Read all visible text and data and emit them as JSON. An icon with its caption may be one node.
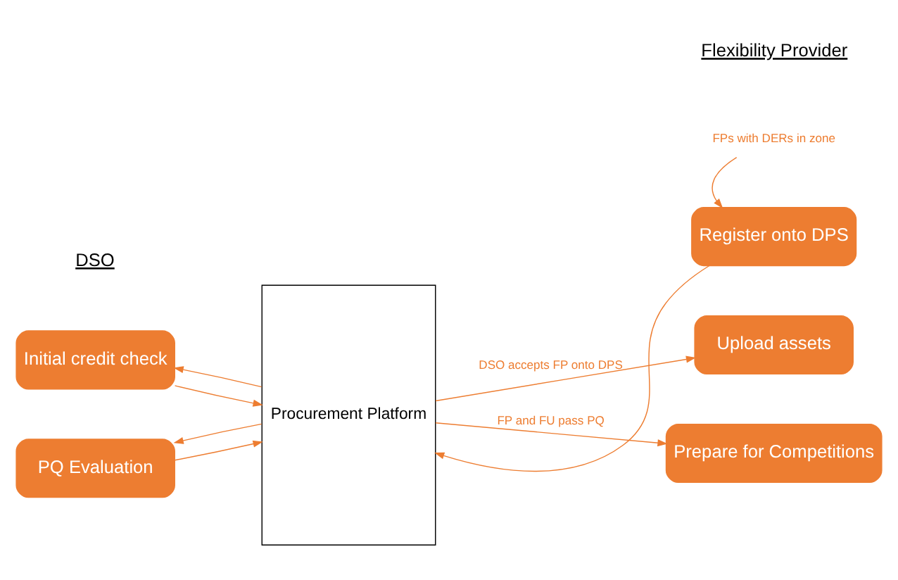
{
  "diagram": {
    "nodes": [
      {
        "text": [
          "Initial credit check"
        ]
      },
      {
        "text": [
          "PQ Evaluation"
        ]
      },
      {
        "text": [
          "Procurement Platform"
        ]
      },
      {
        "text": [
          "Register onto DPS"
        ]
      },
      {
        "text": [
          "Upload assets"
        ]
      },
      {
        "text": [
          "Prepare for Competitions"
        ]
      },
      {
        "text": [
          "FPs with DERs in zone"
        ]
      }
    ],
    "edges": [
      {
        "from": 0,
        "to": 2,
        "arrow": "to"
      },
      {
        "from": 2,
        "to": 0,
        "arrow": "to"
      },
      {
        "from": 2,
        "to": 1,
        "arrow": "to"
      },
      {
        "from": 1,
        "to": 2,
        "arrow": "to"
      },
      {
        "from": 3,
        "to": 2,
        "arrow": "to"
      },
      {
        "from": 6,
        "to": 3,
        "arrow": "to"
      },
      {
        "from": 2,
        "to": 4,
        "label": "DSO accepts FP onto DPS",
        "arrow": "to"
      },
      {
        "from": 2,
        "to": 5,
        "label": "FP and FU pass PQ",
        "arrow": "to"
      }
    ],
    "labels": [
      "DSO",
      "Flexibility Provider"
    ]
  }
}
